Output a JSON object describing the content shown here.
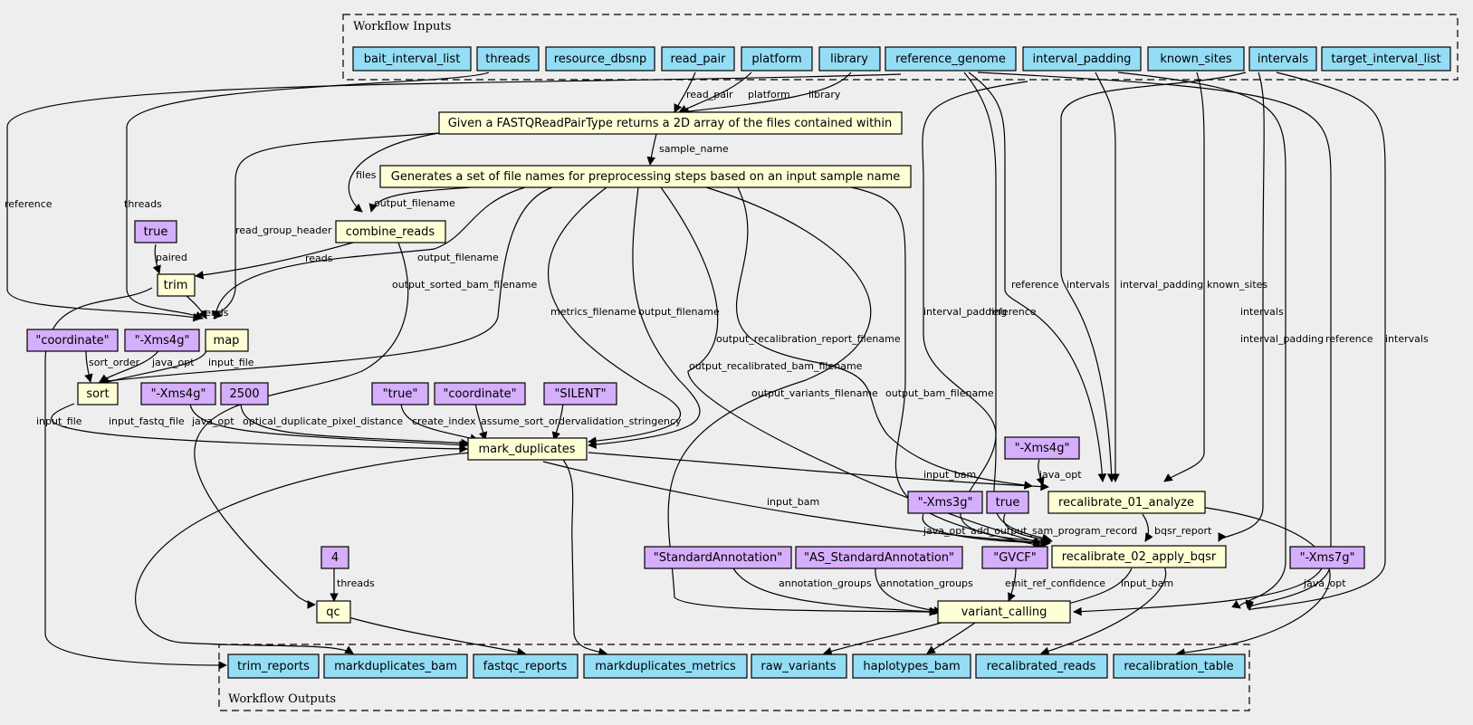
{
  "clusters": {
    "inputs_title": "Workflow Inputs",
    "outputs_title": "Workflow Outputs"
  },
  "colors": {
    "io": "#94ddf4",
    "step": "#ffffd6",
    "constant": "#d5aefc",
    "background": "#eeeeee"
  },
  "inputs": [
    {
      "id": "bait_interval_list",
      "label": "bait_interval_list"
    },
    {
      "id": "threads",
      "label": "threads"
    },
    {
      "id": "resource_dbsnp",
      "label": "resource_dbsnp"
    },
    {
      "id": "read_pair",
      "label": "read_pair"
    },
    {
      "id": "platform",
      "label": "platform"
    },
    {
      "id": "library",
      "label": "library"
    },
    {
      "id": "reference_genome",
      "label": "reference_genome"
    },
    {
      "id": "interval_padding",
      "label": "interval_padding"
    },
    {
      "id": "known_sites",
      "label": "known_sites"
    },
    {
      "id": "intervals",
      "label": "intervals"
    },
    {
      "id": "target_interval_list",
      "label": "target_interval_list"
    }
  ],
  "steps": [
    {
      "id": "fastq",
      "label": "Given a FASTQReadPairType returns a 2D array of the files contained within"
    },
    {
      "id": "names",
      "label": "Generates a set of file names for preprocessing steps based on an input sample name"
    },
    {
      "id": "combine_reads",
      "label": "combine_reads"
    },
    {
      "id": "trim",
      "label": "trim"
    },
    {
      "id": "map",
      "label": "map"
    },
    {
      "id": "sort",
      "label": "sort"
    },
    {
      "id": "mark_duplicates",
      "label": "mark_duplicates"
    },
    {
      "id": "recal01",
      "label": "recalibrate_01_analyze"
    },
    {
      "id": "recal02",
      "label": "recalibrate_02_apply_bqsr"
    },
    {
      "id": "qc",
      "label": "qc"
    },
    {
      "id": "variant_calling",
      "label": "variant_calling"
    }
  ],
  "constants": [
    {
      "id": "c_true_trim",
      "label": "true"
    },
    {
      "id": "c_coord_sort",
      "label": "\"coordinate\""
    },
    {
      "id": "c_xms4g_sort",
      "label": "\"-Xms4g\""
    },
    {
      "id": "c_xms4g_md",
      "label": "\"-Xms4g\""
    },
    {
      "id": "c_2500",
      "label": "2500"
    },
    {
      "id": "c_true_md",
      "label": "\"true\""
    },
    {
      "id": "c_coord_md",
      "label": "\"coordinate\""
    },
    {
      "id": "c_silent",
      "label": "\"SILENT\""
    },
    {
      "id": "c_xms4g_r1",
      "label": "\"-Xms4g\""
    },
    {
      "id": "c_xms3g",
      "label": "\"-Xms3g\""
    },
    {
      "id": "c_true_r2",
      "label": "true"
    },
    {
      "id": "c_4",
      "label": "4"
    },
    {
      "id": "c_std",
      "label": "\"StandardAnnotation\""
    },
    {
      "id": "c_asstd",
      "label": "\"AS_StandardAnnotation\""
    },
    {
      "id": "c_gvcf",
      "label": "\"GVCF\""
    },
    {
      "id": "c_xms7g",
      "label": "\"-Xms7g\""
    }
  ],
  "outputs": [
    {
      "id": "trim_reports",
      "label": "trim_reports"
    },
    {
      "id": "markduplicates_bam",
      "label": "markduplicates_bam"
    },
    {
      "id": "fastqc_reports",
      "label": "fastqc_reports"
    },
    {
      "id": "markduplicates_metrics",
      "label": "markduplicates_metrics"
    },
    {
      "id": "raw_variants",
      "label": "raw_variants"
    },
    {
      "id": "haplotypes_bam",
      "label": "haplotypes_bam"
    },
    {
      "id": "recalibrated_reads",
      "label": "recalibrated_reads"
    },
    {
      "id": "recalibration_table",
      "label": "recalibration_table"
    }
  ],
  "edges": [
    {
      "id": "e_read_pair",
      "label": "read_pair"
    },
    {
      "id": "e_platform",
      "label": "platform"
    },
    {
      "id": "e_library",
      "label": "library"
    },
    {
      "id": "e_sample_name",
      "label": "sample_name"
    },
    {
      "id": "e_files",
      "label": "files"
    },
    {
      "id": "e_output_filename_combine",
      "label": "output_filename"
    },
    {
      "id": "e_reference_map",
      "label": "reference"
    },
    {
      "id": "e_threads_map",
      "label": "threads"
    },
    {
      "id": "e_read_group_header",
      "label": "read_group_header"
    },
    {
      "id": "e_paired",
      "label": "paired"
    },
    {
      "id": "e_reads_trim",
      "label": "reads"
    },
    {
      "id": "e_output_filename_map",
      "label": "output_filename"
    },
    {
      "id": "e_reads_map",
      "label": "reads"
    },
    {
      "id": "e_output_sorted_bam_filename",
      "label": "output_sorted_bam_filename"
    },
    {
      "id": "e_sort_order",
      "label": "sort_order"
    },
    {
      "id": "e_java_opt_sort",
      "label": "java_opt"
    },
    {
      "id": "e_input_file_sort",
      "label": "input_file"
    },
    {
      "id": "e_input_file_md",
      "label": "input_file"
    },
    {
      "id": "e_input_fastq_file",
      "label": "input_fastq_file"
    },
    {
      "id": "e_java_opt_md",
      "label": "java_opt"
    },
    {
      "id": "e_optical",
      "label": "optical_duplicate_pixel_distance"
    },
    {
      "id": "e_create_index",
      "label": "create_index"
    },
    {
      "id": "e_assume_sort_order",
      "label": "assume_sort_order"
    },
    {
      "id": "e_validation_stringency",
      "label": "validation_stringency"
    },
    {
      "id": "e_metrics_filename",
      "label": "metrics_filename"
    },
    {
      "id": "e_output_filename_md",
      "label": "output_filename"
    },
    {
      "id": "e_output_recalibration_report_filename",
      "label": "output_recalibration_report_filename"
    },
    {
      "id": "e_output_recalibrated_bam_filename",
      "label": "output_recalibrated_bam_filename"
    },
    {
      "id": "e_output_variants_filename",
      "label": "output_variants_filename"
    },
    {
      "id": "e_output_bam_filename",
      "label": "output_bam_filename"
    },
    {
      "id": "e_interval_padding_r2",
      "label": "interval_padding"
    },
    {
      "id": "e_reference_r2",
      "label": "reference"
    },
    {
      "id": "e_reference_r1",
      "label": "reference"
    },
    {
      "id": "e_intervals_r1",
      "label": "intervals"
    },
    {
      "id": "e_interval_padding_r1",
      "label": "interval_padding"
    },
    {
      "id": "e_known_sites",
      "label": "known_sites"
    },
    {
      "id": "e_intervals_r2",
      "label": "intervals"
    },
    {
      "id": "e_interval_padding_vc",
      "label": "interval_padding"
    },
    {
      "id": "e_reference_vc",
      "label": "reference"
    },
    {
      "id": "e_intervals_vc",
      "label": "intervals"
    },
    {
      "id": "e_input_bam_r1",
      "label": "input_bam"
    },
    {
      "id": "e_java_opt_r1",
      "label": "java_opt"
    },
    {
      "id": "e_input_bam_r2",
      "label": "input_bam"
    },
    {
      "id": "e_java_opt_r2",
      "label": "java_opt"
    },
    {
      "id": "e_add_output_sam",
      "label": "add_output_sam_program_record"
    },
    {
      "id": "e_bqsr_report",
      "label": "bqsr_report"
    },
    {
      "id": "e_threads_qc",
      "label": "threads"
    },
    {
      "id": "e_annotation_groups_1",
      "label": "annotation_groups"
    },
    {
      "id": "e_annotation_groups_2",
      "label": "annotation_groups"
    },
    {
      "id": "e_emit_ref_confidence",
      "label": "emit_ref_confidence"
    },
    {
      "id": "e_input_bam_vc",
      "label": "input_bam"
    },
    {
      "id": "e_java_opt_vc",
      "label": "java_opt"
    }
  ]
}
